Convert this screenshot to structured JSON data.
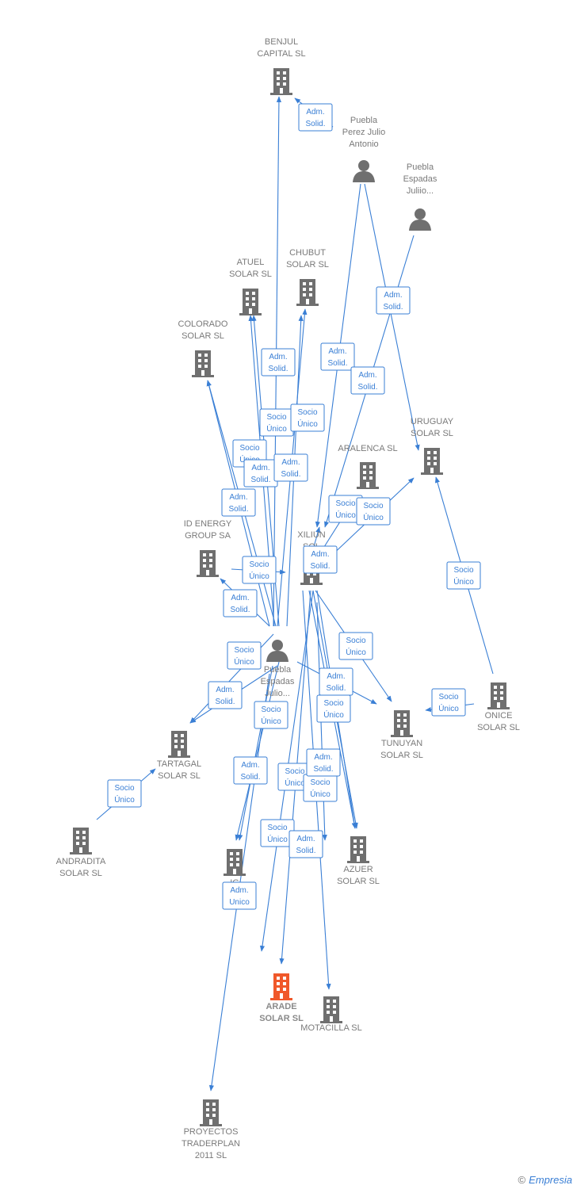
{
  "colors": {
    "edge": "#3a7fd5",
    "node": "#6f6f6f",
    "main_node": "#f0582a"
  },
  "nodes": [
    {
      "id": "benjul",
      "type": "company",
      "label": [
        "BENJUL",
        "CAPITAL  SL"
      ]
    },
    {
      "id": "puebla_perez",
      "type": "person",
      "label": [
        "Puebla",
        "Perez Julio",
        "Antonio"
      ]
    },
    {
      "id": "puebla_espadas2",
      "type": "person",
      "label": [
        "Puebla",
        "Espadas",
        "Juliio..."
      ]
    },
    {
      "id": "atuel",
      "type": "company",
      "label": [
        "ATUEL",
        "SOLAR  SL"
      ]
    },
    {
      "id": "chubut",
      "type": "company",
      "label": [
        "CHUBUT",
        "SOLAR  SL"
      ]
    },
    {
      "id": "colorado",
      "type": "company",
      "label": [
        "COLORADO",
        "SOLAR  SL"
      ]
    },
    {
      "id": "uruguay",
      "type": "company",
      "label": [
        "URUGUAY",
        "SOLAR SL"
      ]
    },
    {
      "id": "aralenca",
      "type": "company",
      "label": [
        "ARALENCA SL"
      ]
    },
    {
      "id": "id_energy",
      "type": "company",
      "label": [
        "ID ENERGY",
        "GROUP SA"
      ]
    },
    {
      "id": "xiliun",
      "type": "company",
      "label": [
        "XILIUN",
        "SOL"
      ]
    },
    {
      "id": "puebla_espadas",
      "type": "person",
      "label": [
        "Puebla",
        "Espadas",
        "Julio..."
      ]
    },
    {
      "id": "onice",
      "type": "company",
      "label": [
        "ONICE",
        "SOLAR  SL"
      ]
    },
    {
      "id": "tunuyan",
      "type": "company",
      "label": [
        "TUNUYAN",
        "SOLAR  SL"
      ]
    },
    {
      "id": "tartagal",
      "type": "company",
      "label": [
        "TARTAGAL",
        "SOLAR  SL"
      ]
    },
    {
      "id": "andradita",
      "type": "company",
      "label": [
        "ANDRADITA",
        "SOLAR  SL"
      ]
    },
    {
      "id": "ig",
      "type": "company",
      "label": [
        "IG",
        "SO"
      ]
    },
    {
      "id": "azuer",
      "type": "company",
      "label": [
        "AZUER",
        "SOLAR  SL"
      ]
    },
    {
      "id": "arade",
      "type": "company",
      "main": true,
      "label": [
        "ARADE",
        "SOLAR  SL"
      ]
    },
    {
      "id": "motacilla",
      "type": "company",
      "label": [
        "MOTACILLA SL"
      ]
    },
    {
      "id": "proyectos",
      "type": "company",
      "label": [
        "PROYECTOS",
        "TRADERPLAN",
        "2011 SL"
      ]
    }
  ],
  "edge_labels": [
    [
      "Adm.",
      "Solid."
    ],
    [
      "Adm.",
      "Solid."
    ],
    [
      "Adm.",
      "Solid."
    ],
    [
      "Adm.",
      "Solid."
    ],
    [
      "Adm.",
      "Solid."
    ],
    [
      "Socio",
      "Único"
    ],
    [
      "Socio",
      "Único"
    ],
    [
      "Socio",
      "Único"
    ],
    [
      "Adm.",
      "Solid."
    ],
    [
      "Adm.",
      "Solid."
    ],
    [
      "Adm.",
      "Solid."
    ],
    [
      "Socio",
      "Único"
    ],
    [
      "Socio",
      "Único"
    ],
    [
      "Adm.",
      "Solid."
    ],
    [
      "Socio",
      "Único"
    ],
    [
      "Socio",
      "Único"
    ],
    [
      "Adm.",
      "Solid."
    ],
    [
      "Socio",
      "Único"
    ],
    [
      "Socio",
      "Único"
    ],
    [
      "Adm.",
      "Solid."
    ],
    [
      "Socio",
      "Único"
    ],
    [
      "Socio",
      "Único"
    ],
    [
      "Socio",
      "Único"
    ],
    [
      "Adm.",
      "Solid."
    ],
    [
      "Socio",
      "Único"
    ],
    [
      "Adm.",
      "Solid."
    ],
    [
      "Socio",
      "Único"
    ],
    [
      "Socio",
      "Único"
    ],
    [
      "Adm.",
      "Solid."
    ],
    [
      "Socio",
      "Único"
    ],
    [
      "Adm.",
      "Unico"
    ],
    [
      "Adm.",
      "Solid."
    ],
    [
      "Adm.",
      "Unico"
    ]
  ],
  "footer": {
    "copyright": "©",
    "brand": "Empresia"
  }
}
